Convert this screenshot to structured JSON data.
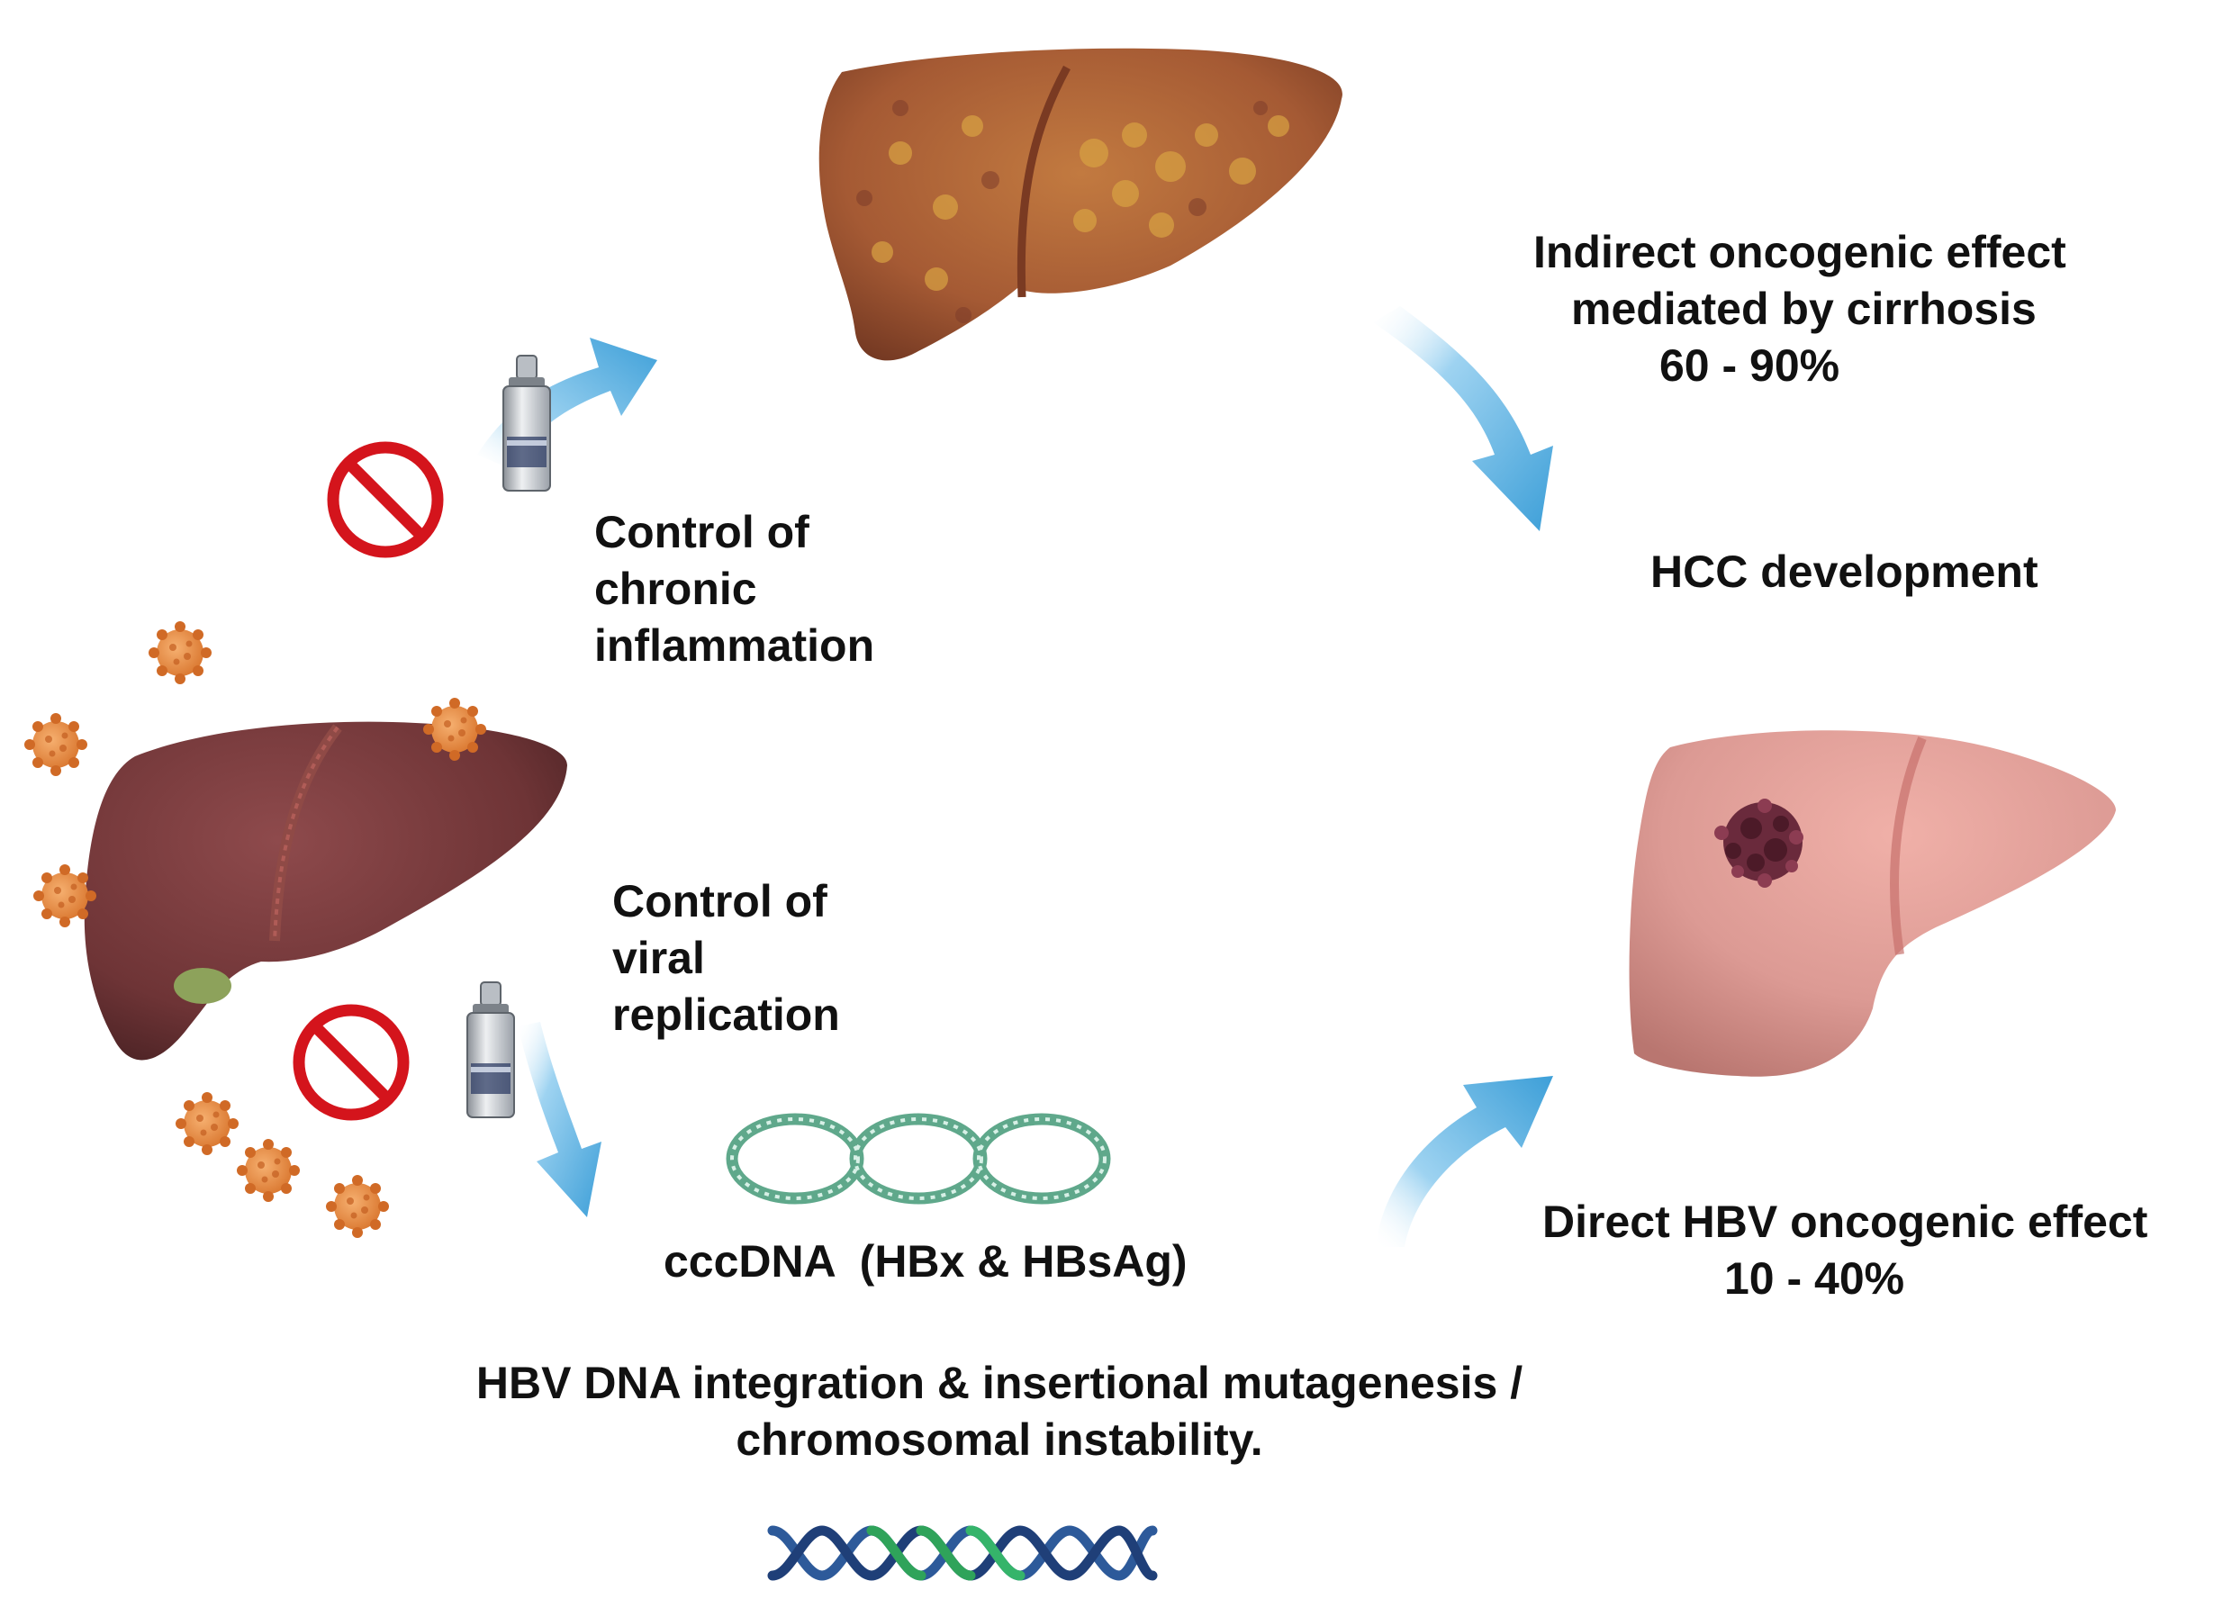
{
  "labels": {
    "indirect_line1": "Indirect oncogenic effect",
    "indirect_line2": "mediated by cirrhosis",
    "indirect_pct": "60 - 90%",
    "hcc": "HCC development",
    "inflam_line1": "Control of",
    "inflam_line2": "chronic",
    "inflam_line3": "inflammation",
    "viral_line1": "Control of",
    "viral_line2": "viral",
    "viral_line3": "replication",
    "cccdna": "cccDNA  (HBx & HBsAg)",
    "direct_line1": "Direct HBV oncogenic effect",
    "direct_pct": "10 - 40%",
    "integration_line1": "HBV DNA integration & insertional mutagenesis /",
    "integration_line2": "chromosomal instability."
  },
  "icons": {
    "liver": "liver-illustration",
    "cirrhotic_liver": "cirrhotic-liver-illustration",
    "tumor_liver": "liver-with-tumor-illustration",
    "virus": "hbv-virus-particle",
    "prohibition": "no-entry-symbol",
    "drug": "drug-bottle",
    "cccdna": "circular-dna-rings",
    "dna": "dna-double-helix",
    "arrow": "curved-arrow"
  },
  "colors": {
    "text": "#111111",
    "arrow": "#5fb3e3",
    "prohibition": "#d4141c",
    "virus": "#e8873a",
    "healthy_liver": "#6e3436",
    "cirrhotic_liver": "#a55a34",
    "tumor_liver": "#dc9a94"
  }
}
